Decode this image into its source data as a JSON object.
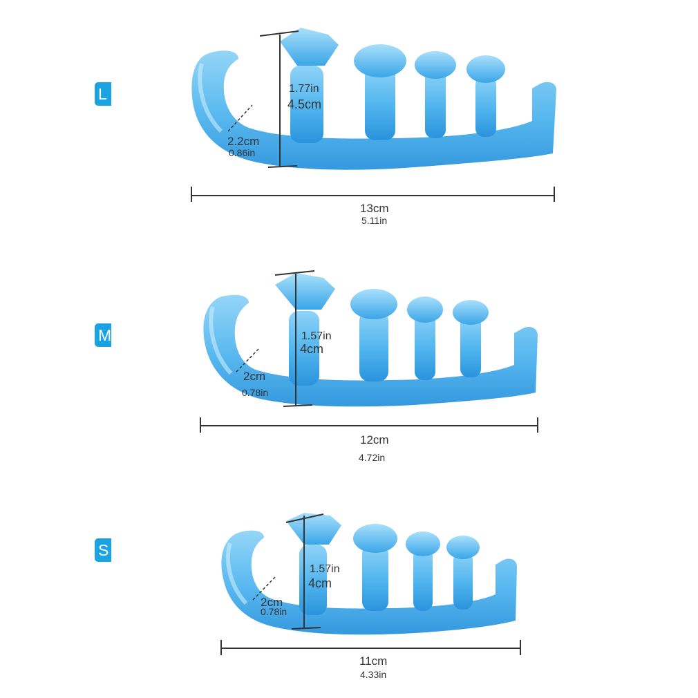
{
  "sizes": [
    {
      "key": "L",
      "badge": "L",
      "height_in": "1.77in",
      "height_cm": "4.5cm",
      "width_cm": "2.2cm",
      "width_in": "0.86in",
      "length_cm": "13cm",
      "length_in": "5.11in"
    },
    {
      "key": "M",
      "badge": "M",
      "height_in": "1.57in",
      "height_cm": "4cm",
      "width_cm": "2cm",
      "width_in": "0.78in",
      "length_cm": "12cm",
      "length_in": "4.72in"
    },
    {
      "key": "S",
      "badge": "S",
      "height_in": "1.57in",
      "height_cm": "4cm",
      "width_cm": "2cm",
      "width_in": "0.78in",
      "length_cm": "11cm",
      "length_in": "4.33in"
    }
  ],
  "colors": {
    "badge": "#1aa3e0",
    "gel_light": "#8fd3f7",
    "gel_mid": "#4fb4ee",
    "gel_dark": "#2a93dc",
    "dimension_line": "#333333"
  }
}
